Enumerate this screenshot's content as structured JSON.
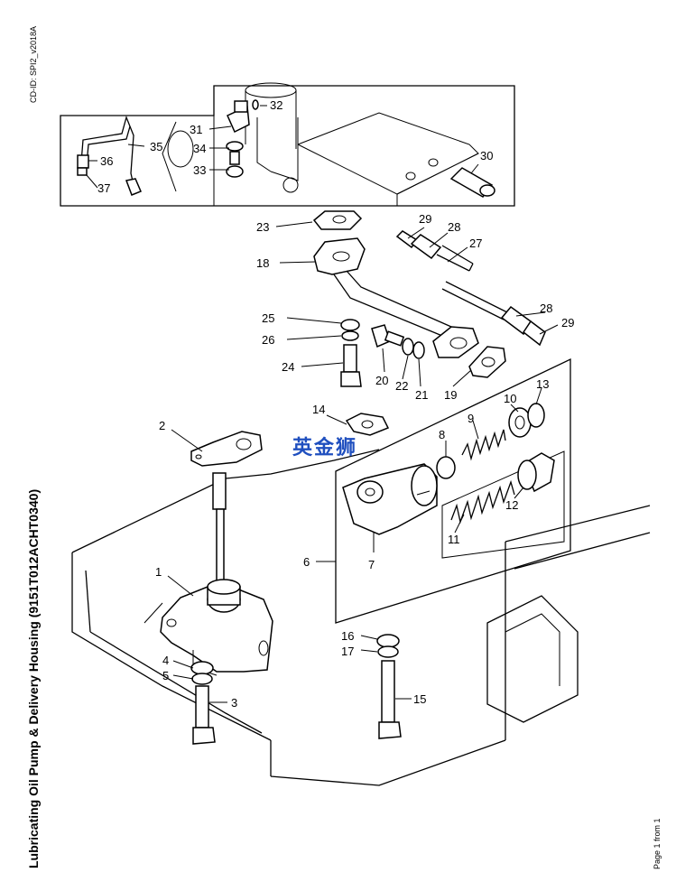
{
  "document": {
    "id": "CD-ID: SPI2_v2018A",
    "title": "Lubricating Oil Pump & Delivery Housing (9151T012ACHT0340)",
    "page": "Page 1 from 1",
    "watermark": "英金狮"
  },
  "callouts": {
    "c1": "1",
    "c2": "2",
    "c3": "3",
    "c4": "4",
    "c5": "5",
    "c6": "6",
    "c7": "7",
    "c8": "8",
    "c9": "9",
    "c10": "10",
    "c11": "11",
    "c12": "12",
    "c13": "13",
    "c14": "14",
    "c15": "15",
    "c16": "16",
    "c17": "17",
    "c18": "18",
    "c19": "19",
    "c20": "20",
    "c21": "21",
    "c22": "22",
    "c23": "23",
    "c24": "24",
    "c25": "25",
    "c26": "26",
    "c27": "27",
    "c28a": "28",
    "c28b": "28",
    "c29a": "29",
    "c29b": "29",
    "c30": "30",
    "c31": "31",
    "c32": "32",
    "c33": "33",
    "c34": "34",
    "c35": "35",
    "c36": "36",
    "c37": "37"
  }
}
